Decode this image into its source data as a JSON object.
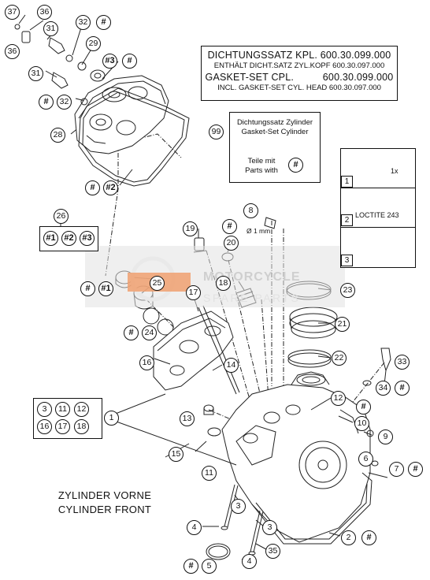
{
  "gasket_box": {
    "line1": "DICHTUNGSSATZ KPL. 600.30.099.000",
    "line2": "ENTHÄLT DICHT.SATZ ZYL.KOPF 600.30.097.000",
    "line3": "GASKET-SET CPL.          600.30.099.000",
    "line4": "INCL. GASKET-SET CYL. HEAD 600.30.097.000"
  },
  "kit_box": {
    "line1": "Dichtungssatz Zylinder",
    "line2": "Gasket-Set Cylinder",
    "line3": "Teile mit",
    "line4": "Parts with",
    "ref": "#",
    "callout": "99"
  },
  "steps": {
    "s1": "1",
    "s2": "2",
    "s3": "3",
    "loctite": "LOCTITE 243",
    "times": "1x"
  },
  "labels": {
    "cylinder_de": "ZYLINDER VORNE",
    "cylinder_en": "CYLINDER FRONT",
    "diameter": "Ø 1 mm"
  },
  "watermark": {
    "line1": "MOTORCYCLE",
    "line2": "SPARE PARTS",
    "logo": "MSP"
  },
  "group_26": {
    "callout": "26",
    "items": [
      "#1",
      "#2",
      "#3"
    ]
  },
  "group_1": {
    "callout": "1",
    "items": [
      "3",
      "11",
      "12",
      "16",
      "17",
      "18"
    ]
  },
  "callouts": [
    {
      "id": "c37",
      "text": "37"
    },
    {
      "id": "c36a",
      "text": "36"
    },
    {
      "id": "c32a",
      "text": "32"
    },
    {
      "id": "h32a",
      "text": "#"
    },
    {
      "id": "c31a",
      "text": "31"
    },
    {
      "id": "c29",
      "text": "29"
    },
    {
      "id": "c36b",
      "text": "36"
    },
    {
      "id": "h3a",
      "text": "#3"
    },
    {
      "id": "h3b",
      "text": "#"
    },
    {
      "id": "c31b",
      "text": "31"
    },
    {
      "id": "h32b",
      "text": "#"
    },
    {
      "id": "c32b",
      "text": "32"
    },
    {
      "id": "c28",
      "text": "28"
    },
    {
      "id": "h2a",
      "text": "#"
    },
    {
      "id": "h2b",
      "text": "#2"
    },
    {
      "id": "c8",
      "text": "8"
    },
    {
      "id": "c19",
      "text": "19"
    },
    {
      "id": "h20",
      "text": "#"
    },
    {
      "id": "c20",
      "text": "20"
    },
    {
      "id": "h1a",
      "text": "#"
    },
    {
      "id": "h1b",
      "text": "#1"
    },
    {
      "id": "c25",
      "text": "25"
    },
    {
      "id": "c18",
      "text": "18"
    },
    {
      "id": "c23",
      "text": "23"
    },
    {
      "id": "c17",
      "text": "17"
    },
    {
      "id": "h24",
      "text": "#"
    },
    {
      "id": "c24",
      "text": "24"
    },
    {
      "id": "c21",
      "text": "21"
    },
    {
      "id": "c16",
      "text": "16"
    },
    {
      "id": "c14",
      "text": "14"
    },
    {
      "id": "c22",
      "text": "22"
    },
    {
      "id": "c33",
      "text": "33"
    },
    {
      "id": "c34",
      "text": "34"
    },
    {
      "id": "h34",
      "text": "#"
    },
    {
      "id": "c12",
      "text": "12"
    },
    {
      "id": "h10",
      "text": "#"
    },
    {
      "id": "c13",
      "text": "13"
    },
    {
      "id": "c10",
      "text": "10"
    },
    {
      "id": "c9",
      "text": "9"
    },
    {
      "id": "c15",
      "text": "15"
    },
    {
      "id": "c6",
      "text": "6"
    },
    {
      "id": "c7",
      "text": "7"
    },
    {
      "id": "h7",
      "text": "#"
    },
    {
      "id": "c11",
      "text": "11"
    },
    {
      "id": "c3a",
      "text": "3"
    },
    {
      "id": "c4a",
      "text": "4"
    },
    {
      "id": "c3b",
      "text": "3"
    },
    {
      "id": "c2",
      "text": "2"
    },
    {
      "id": "h2c",
      "text": "#"
    },
    {
      "id": "c35",
      "text": "35"
    },
    {
      "id": "h5",
      "text": "#"
    },
    {
      "id": "c5",
      "text": "5"
    },
    {
      "id": "c4b",
      "text": "4"
    }
  ]
}
